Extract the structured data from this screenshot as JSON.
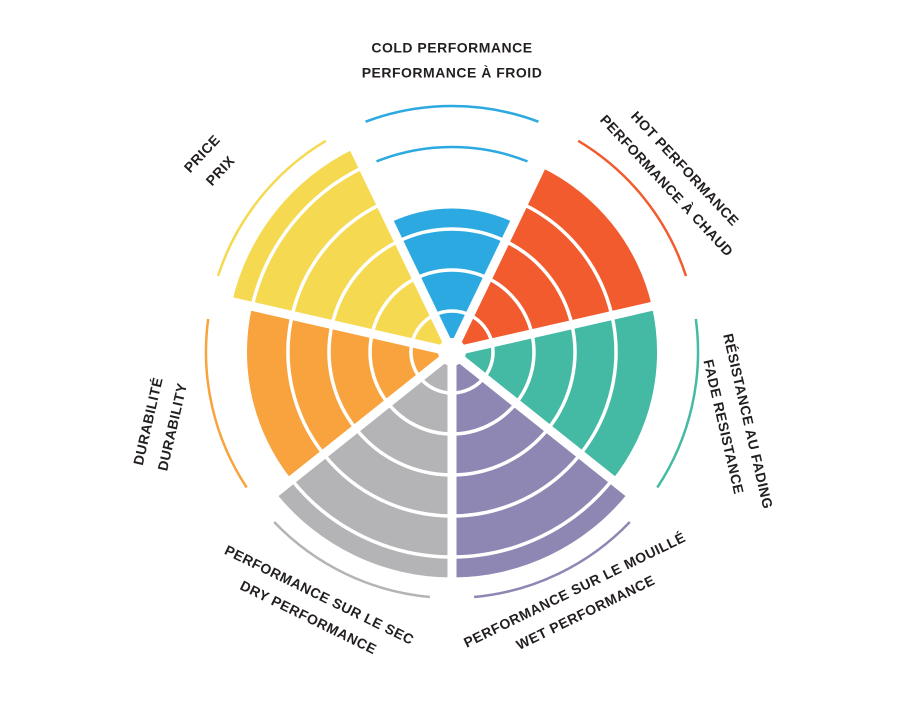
{
  "colors": {
    "background": "#ffffff",
    "text": "#231f20",
    "ring_line": "#ffffff"
  },
  "chart_data": {
    "type": "radial-sector-rating",
    "title": "",
    "scale": {
      "min": 0,
      "max": 6,
      "rings": 5
    },
    "legend_position": "none",
    "sectors": [
      {
        "id": "cold",
        "label_line1": "COLD PERFORMANCE",
        "label_line2": "PERFORMANCE À FROID",
        "color": "#2BA9E0",
        "value": 3.5,
        "marker_value": 5
      },
      {
        "id": "hot",
        "label_line1": "HOT PERFORMANCE",
        "label_line2": "PERFORMANCE À CHAUD",
        "color": "#F15B2E",
        "value": 5
      },
      {
        "id": "fade",
        "label_line1": "RÉSISTANCE AU FADING",
        "label_line2": "FADE RESISTANCE",
        "color": "#44B9A4",
        "value": 5
      },
      {
        "id": "wet",
        "label_line1": "PERFORMANCE SUR LE MOUILLÉ",
        "label_line2": "WET PERFORMANCE",
        "color": "#8E87B3",
        "value": 5.5
      },
      {
        "id": "dry",
        "label_line1": "PERFORMANCE SUR LE SEC",
        "label_line2": "DRY PERFORMANCE",
        "color": "#B4B4B6",
        "value": 5.5
      },
      {
        "id": "durability",
        "label_line1": "DURABILITÉ",
        "label_line2": "DURABILITY",
        "color": "#F8A33D",
        "value": 5
      },
      {
        "id": "price",
        "label_line1": "PRICE",
        "label_line2": "PRIX",
        "color": "#F5D950",
        "value": 5.5
      }
    ]
  }
}
